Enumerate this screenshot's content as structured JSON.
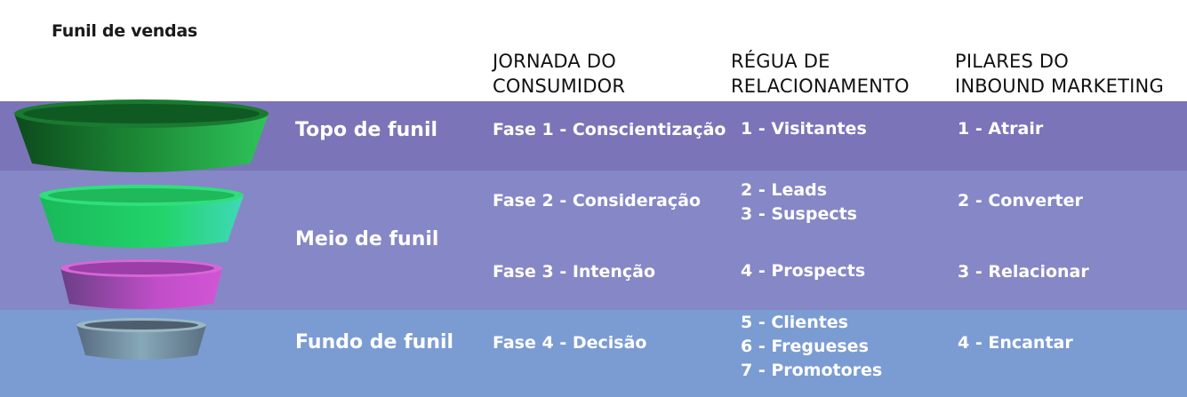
{
  "title": "Funil de vendas",
  "columns": {
    "jornada": [
      "JORNADA DO",
      "CONSUMIDOR"
    ],
    "regua": [
      "RÉGUA DE",
      "RELACIONAMENTO"
    ],
    "pilares": [
      "PILARES DO",
      "INBOUND MARKETING"
    ]
  },
  "stages": {
    "topo": "Topo de funil",
    "meio": "Meio de funil",
    "fundo": "Fundo de funil"
  },
  "jornada": {
    "fase1": "Fase 1 - Conscientização",
    "fase2": "Fase 2 - Consideração",
    "fase3": "Fase 3 - Intenção",
    "fase4": "Fase 4 - Decisão"
  },
  "regua": {
    "r1": "1 - Visitantes",
    "r2": "2 - Leads",
    "r3": "3 - Suspects",
    "r4": "4 - Prospects",
    "r5": "5 - Clientes",
    "r6": "6 - Fregueses",
    "r7": "7 - Promotores"
  },
  "pilares": {
    "p1": "1 - Atrair",
    "p2": "2 - Converter",
    "p3": "3 - Relacionar",
    "p4": "4 - Encantar"
  },
  "colors": {
    "band_top": "#7b74b8",
    "band_mid": "#8687c6",
    "band_bot": "#7b9cd2",
    "disc1": "#1f8f3a",
    "disc2": "#2fd67a",
    "disc3": "#c04fc8",
    "disc4": "#6f9aa8"
  }
}
